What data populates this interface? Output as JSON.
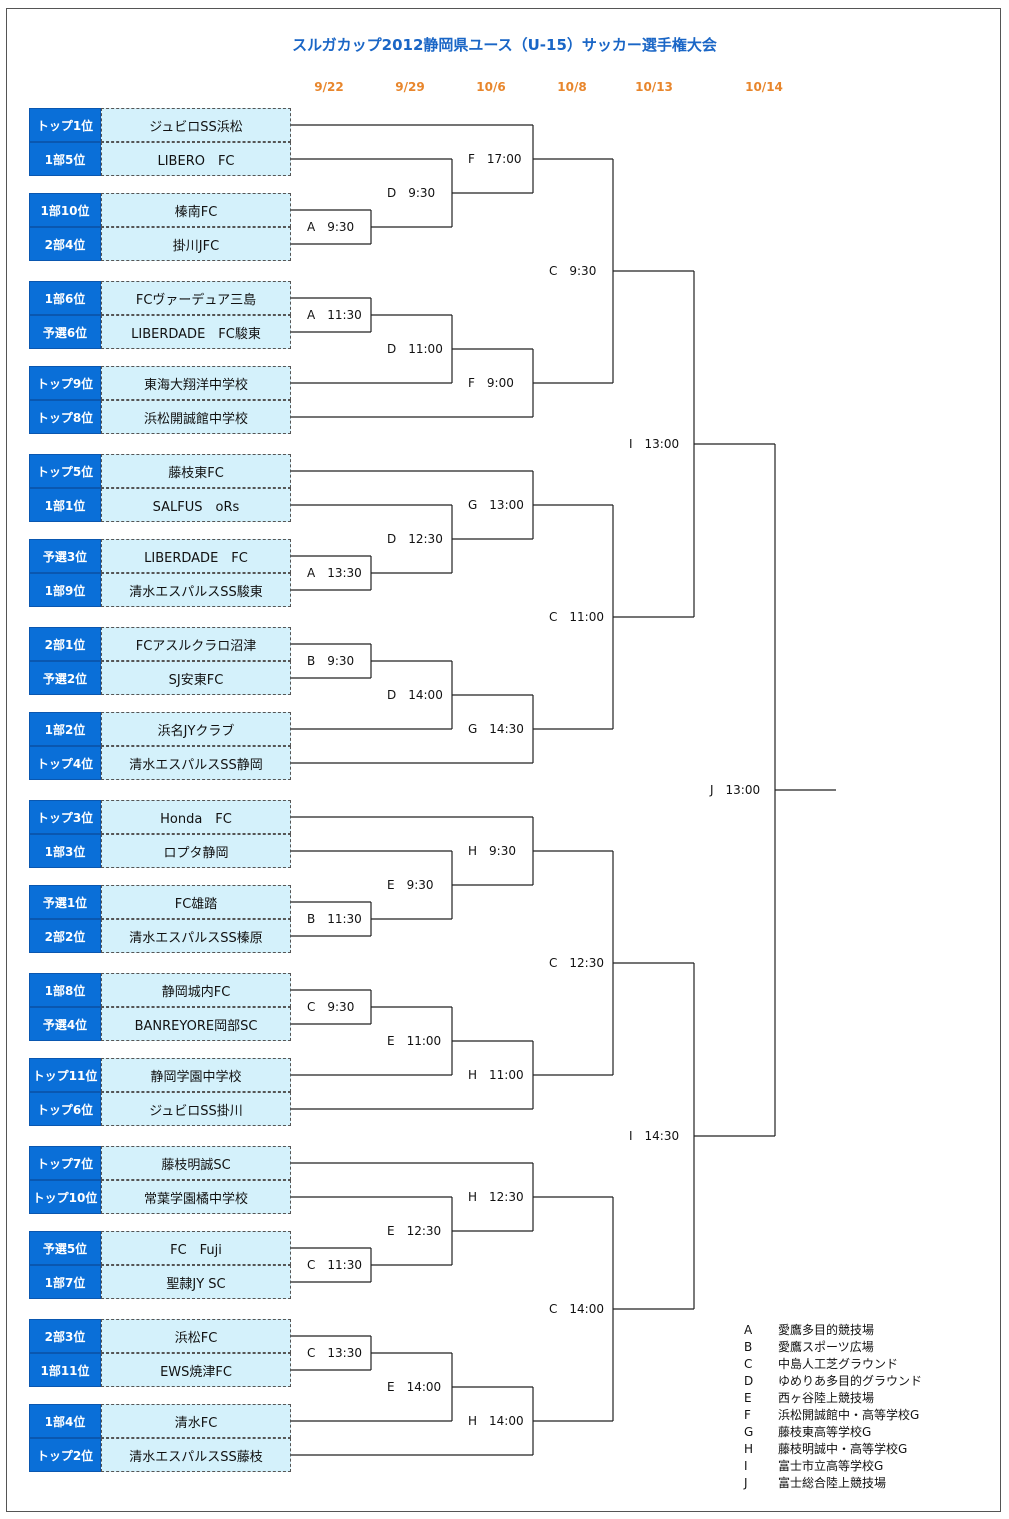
{
  "title": "スルガカップ2012静岡県ユース（U-15）サッカー選手権大会",
  "dates": [
    "9/22",
    "9/29",
    "10/6",
    "10/8",
    "10/13",
    "10/14"
  ],
  "teams": [
    {
      "rank": "トップ1位",
      "name": "ジュビロSS浜松"
    },
    {
      "rank": "1部5位",
      "name": "LIBERO　FC"
    },
    {
      "rank": "1部10位",
      "name": "榛南FC"
    },
    {
      "rank": "2部4位",
      "name": "掛川JFC"
    },
    {
      "rank": "1部6位",
      "name": "FCヴァーデュア三島"
    },
    {
      "rank": "予選6位",
      "name": "LIBERDADE　FC駿東"
    },
    {
      "rank": "トップ9位",
      "name": "東海大翔洋中学校"
    },
    {
      "rank": "トップ8位",
      "name": "浜松開誠館中学校"
    },
    {
      "rank": "トップ5位",
      "name": "藤枝東FC"
    },
    {
      "rank": "1部1位",
      "name": "SALFUS　oRs"
    },
    {
      "rank": "予選3位",
      "name": "LIBERDADE　FC"
    },
    {
      "rank": "1部9位",
      "name": "清水エスパルスSS駿東"
    },
    {
      "rank": "2部1位",
      "name": "FCアスルクラロ沼津"
    },
    {
      "rank": "予選2位",
      "name": "SJ安東FC"
    },
    {
      "rank": "1部2位",
      "name": "浜名JYクラブ"
    },
    {
      "rank": "トップ4位",
      "name": "清水エスパルスSS静岡"
    },
    {
      "rank": "トップ3位",
      "name": "Honda　FC"
    },
    {
      "rank": "1部3位",
      "name": "ロプタ静岡"
    },
    {
      "rank": "予選1位",
      "name": "FC雄踏"
    },
    {
      "rank": "2部2位",
      "name": "清水エスパルスSS榛原"
    },
    {
      "rank": "1部8位",
      "name": "静岡城内FC"
    },
    {
      "rank": "予選4位",
      "name": "BANREYORE岡部SC"
    },
    {
      "rank": "トップ11位",
      "name": "静岡学園中学校"
    },
    {
      "rank": "トップ6位",
      "name": "ジュビロSS掛川"
    },
    {
      "rank": "トップ7位",
      "name": "藤枝明誠SC"
    },
    {
      "rank": "トップ10位",
      "name": "常葉学園橘中学校"
    },
    {
      "rank": "予選5位",
      "name": "FC　Fuji"
    },
    {
      "rank": "1部7位",
      "name": "聖隷JY SC"
    },
    {
      "rank": "2部3位",
      "name": "浜松FC"
    },
    {
      "rank": "1部11位",
      "name": "EWS焼津FC"
    },
    {
      "rank": "1部4位",
      "name": "清水FC"
    },
    {
      "rank": "トップ2位",
      "name": "清水エスパルスSS藤枝"
    }
  ],
  "matches": [
    "A　9:30",
    "A　11:30",
    "A　13:30",
    "B　9:30",
    "B　11:30",
    "C　9:30",
    "C　11:30",
    "C　13:30",
    "D　9:30",
    "D　11:00",
    "D　12:30",
    "D　14:00",
    "E　9:30",
    "E　11:00",
    "E　12:30",
    "E　14:00",
    "F　17:00",
    "F　9:00",
    "G　13:00",
    "G　14:30",
    "H　9:30",
    "H　11:00",
    "H　12:30",
    "H　14:00",
    "C　9:30",
    "C　11:00",
    "C　12:30",
    "C　14:00",
    "I　13:00",
    "I　14:30",
    "J　13:00"
  ],
  "legend": [
    {
      "code": "A",
      "venue": "愛鷹多目的競技場"
    },
    {
      "code": "B",
      "venue": "愛鷹スポーツ広場"
    },
    {
      "code": "C",
      "venue": "中島人工芝グラウンド"
    },
    {
      "code": "D",
      "venue": "ゆめりあ多目的グラウンド"
    },
    {
      "code": "E",
      "venue": "西ヶ谷陸上競技場"
    },
    {
      "code": "F",
      "venue": "浜松開誠館中・高等学校G"
    },
    {
      "code": "G",
      "venue": "藤枝東高等学校G"
    },
    {
      "code": "H",
      "venue": "藤枝明誠中・高等学校G"
    },
    {
      "code": "I",
      "venue": "富士市立高等学校G"
    },
    {
      "code": "J",
      "venue": "富士総合陸上競技場"
    }
  ]
}
